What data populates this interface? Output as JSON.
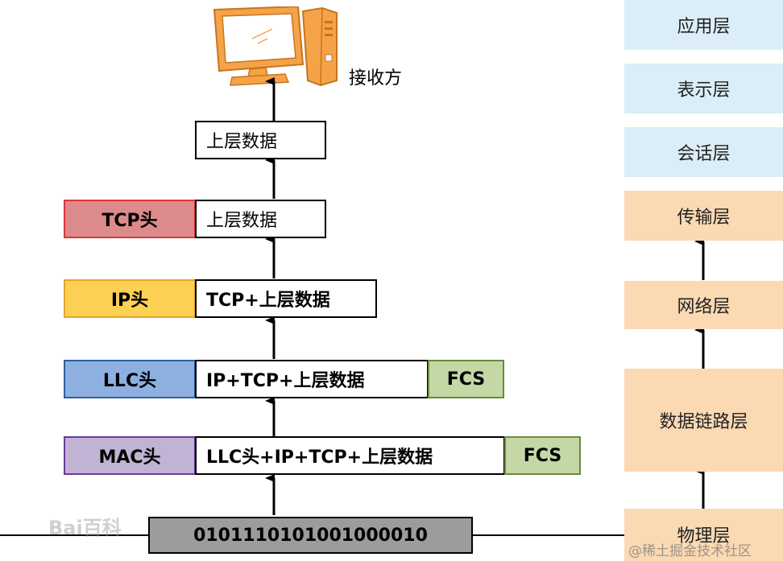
{
  "receiver": {
    "label": "接收方"
  },
  "stack": {
    "upper_data_top": "上层数据",
    "tcp_row": {
      "header": "TCP头",
      "data": "上层数据"
    },
    "ip_row": {
      "header": "IP头",
      "data": "TCP+上层数据"
    },
    "llc_row": {
      "header": "LLC头",
      "data": "IP+TCP+上层数据",
      "trailer": "FCS"
    },
    "mac_row": {
      "header": "MAC头",
      "data": "LLC头+IP+TCP+上层数据",
      "trailer": "FCS"
    },
    "bits": "0101110101001000010"
  },
  "osi_layers": {
    "application": "应用层",
    "presentation": "表示层",
    "session": "会话层",
    "transport": "传输层",
    "network": "网络层",
    "datalink": "数据链路层",
    "physical": "物理层"
  },
  "watermarks": {
    "left": "Bai百科",
    "right": "@稀土掘金技术社区"
  },
  "colors": {
    "tcp_header": "#dc8a8c",
    "ip_header": "#fcd053",
    "llc_header": "#8db0e0",
    "mac_header": "#c0b3d3",
    "fcs": "#c3d8a5",
    "upper_layers": "#dbeef7",
    "lower_layers": "#fad9b3",
    "computer": "#f5a347",
    "bits_bar": "#9c9c9c"
  }
}
